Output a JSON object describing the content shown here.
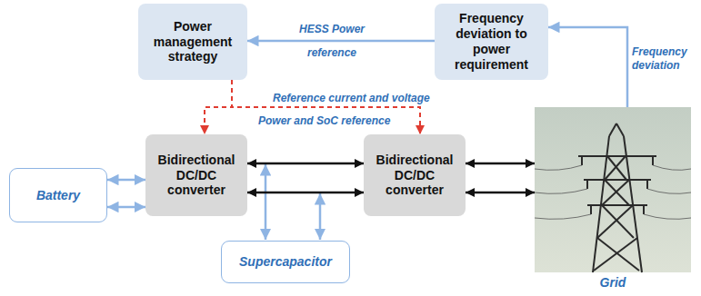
{
  "diagram": {
    "nodes": [
      {
        "text": [
          "Power management strategy"
        ]
      },
      {
        "text": [
          "Frequency deviation to power requirement"
        ]
      },
      {
        "text": [
          "Battery"
        ]
      },
      {
        "text": [
          "Bidirectional DC/DC converter"
        ]
      },
      {
        "text": [
          "Bidirectional DC/DC converter"
        ]
      },
      {
        "text": [
          "Supercapacitor"
        ]
      },
      {
        "text": [
          "Grid"
        ]
      }
    ],
    "edges": [
      {
        "from": 1,
        "to": 0,
        "arrow": "to",
        "label": "HESS Power reference"
      },
      {
        "from": 6,
        "to": 1,
        "arrow": "to",
        "label": "Frequency deviation"
      },
      {
        "from": 0,
        "to": 3,
        "arrow": "to",
        "label": "Reference current and voltage"
      },
      {
        "from": 0,
        "to": 4,
        "arrow": "to",
        "label": "Power and SoC reference"
      },
      {
        "from": 2,
        "to": 3,
        "arrow": "both"
      },
      {
        "from": 2,
        "to": 3,
        "arrow": "both"
      },
      {
        "from": 3,
        "to": 4,
        "arrow": "both"
      },
      {
        "from": 3,
        "to": 4,
        "arrow": "both"
      },
      {
        "from": 4,
        "to": 6,
        "arrow": "both"
      },
      {
        "from": 4,
        "to": 6,
        "arrow": "both"
      }
    ]
  }
}
